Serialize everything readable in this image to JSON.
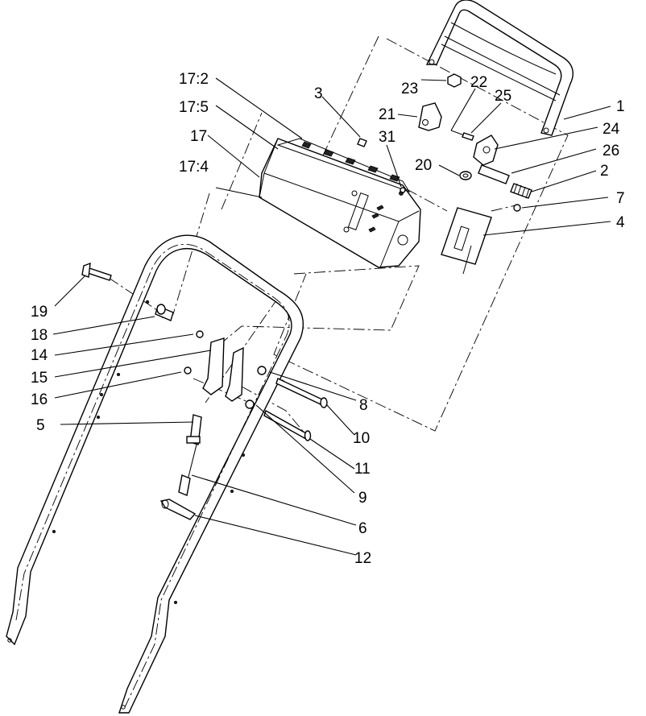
{
  "callouts": {
    "c1": "1",
    "c2": "2",
    "c3": "3",
    "c4": "4",
    "c5": "5",
    "c6": "6",
    "c7": "7",
    "c8": "8",
    "c9": "9",
    "c10": "10",
    "c11": "11",
    "c12": "12",
    "c14": "14",
    "c15": "15",
    "c16": "16",
    "c17": "17",
    "c17_2": "17:2",
    "c17_4": "17:4",
    "c17_5": "17:5",
    "c18": "18",
    "c19": "19",
    "c20": "20",
    "c21": "21",
    "c22": "22",
    "c23": "23",
    "c24": "24",
    "c25": "25",
    "c26": "26",
    "c31": "31"
  }
}
